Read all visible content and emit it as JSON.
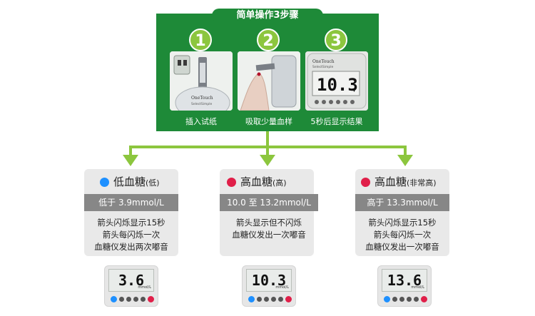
{
  "title": "简单操作3步骤",
  "steps": [
    {
      "number": "1",
      "caption": "插入试纸",
      "brand": "OneTouch",
      "model": "SelectSimple"
    },
    {
      "number": "2",
      "caption": "吸取少量血样"
    },
    {
      "number": "3",
      "caption": "5秒后显示结果",
      "brand": "OneTouch",
      "model": "SelectSimple",
      "reading": "10.3"
    }
  ],
  "cards": [
    {
      "title": "低血糖",
      "qualifier": "(低)",
      "range": "低于 3.9mmol/L",
      "lines": [
        "箭头闪烁显示15秒",
        "箭头每闪烁一次",
        "血糖仪发出两次嘟音"
      ],
      "dot_color": "#1e90ff",
      "reading": "3.6",
      "unit": "mmol/L"
    },
    {
      "title": "高血糖",
      "qualifier": "(高)",
      "range": "10.0 至 13.2mmol/L",
      "lines": [
        "箭头显示但不闪烁",
        "血糖仪发出一次嘟音"
      ],
      "dot_color": "#e01f49",
      "reading": "10.3",
      "unit": "mmol/L"
    },
    {
      "title": "高血糖",
      "qualifier": "(非常高)",
      "range": "高于 13.3mmol/L",
      "lines": [
        "箭头闪烁显示15秒",
        "箭头每闪烁一次",
        "血糖仪发出一次嘟音"
      ],
      "dot_color": "#e01f49",
      "reading": "13.6",
      "unit": "mmol/L"
    }
  ],
  "colors": {
    "panel_green": "#1e8a38",
    "accent_green": "#8cc63e",
    "bar_gray": "#878787"
  }
}
